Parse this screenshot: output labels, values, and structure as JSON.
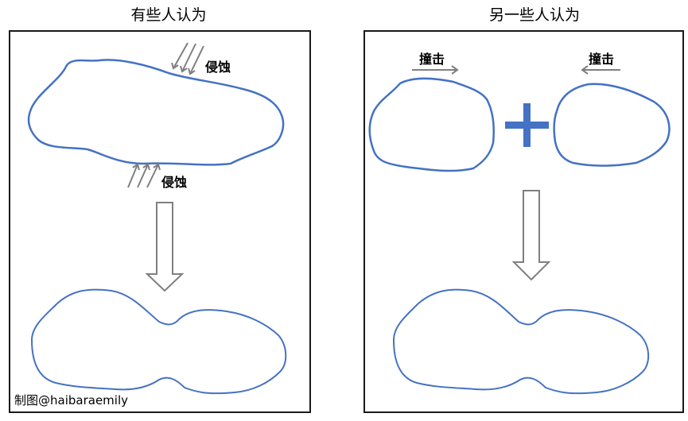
{
  "left_panel": {
    "title": "有些人认为",
    "erosion_top": "侵蚀",
    "erosion_bottom": "侵蚀"
  },
  "right_panel": {
    "title": "另一些人认为",
    "impact_left": "撞击",
    "impact_right": "撞击"
  },
  "credit": "制图@haibaraemily",
  "colors": {
    "outline": "#4472c4",
    "plus": "#4472c4",
    "arrow": "#7f7f7f",
    "border": "#1a1a1a"
  }
}
